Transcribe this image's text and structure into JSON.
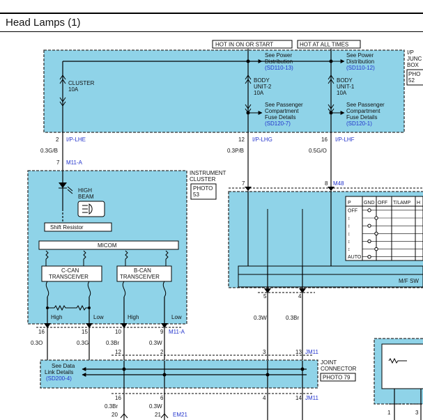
{
  "title": "Head Lamps (1)",
  "supplies": {
    "hot_start": "HOT IN ON OR START",
    "hot_all": "HOT AT ALL TIMES"
  },
  "ip_box": {
    "name_lines": [
      "I/P",
      "JUNC",
      "BOX"
    ],
    "photo": [
      "PHO",
      "52"
    ],
    "fuse_cluster": [
      "CLUSTER",
      "10A"
    ],
    "fuse_body2": [
      "BODY",
      "UNIT-2",
      "10A"
    ],
    "fuse_body1": [
      "BODY",
      "UNIT-1",
      "10A"
    ],
    "see_power_1": [
      "See Power",
      "Distribution",
      "(SD110-13)"
    ],
    "see_power_2": [
      "See Power",
      "Distribution",
      "(SD110-12)"
    ],
    "see_pass_1": [
      "See Passenger",
      "Compartment",
      "Fuse Details",
      "(SD120-7)"
    ],
    "see_pass_2": [
      "See Passenger",
      "Compartment",
      "Fuse Details",
      "(SD120-1)"
    ]
  },
  "ip_pins": [
    {
      "pin": "2",
      "conn": "I/P-LHE",
      "wire": "0.3G/B"
    },
    {
      "pin": "12",
      "conn": "I/P-LHG",
      "wire": "0.3P/B"
    },
    {
      "pin": "16",
      "conn": "I/P-LHF",
      "wire": "0.5G/O"
    }
  ],
  "cluster": {
    "name": [
      "INSTRUMENT",
      "CLUSTER"
    ],
    "photo": [
      "PHOTO",
      "53"
    ],
    "in_pin": "7",
    "in_conn": "M11-A",
    "high_beam": [
      "HIGH",
      "BEAM"
    ],
    "shift_resistor": "Shift Resistor",
    "micom": "MICOM",
    "ccan": [
      "C-CAN",
      "TRANSCEIVER"
    ],
    "bcan": [
      "B-CAN",
      "TRANSCEIVER"
    ],
    "labels": [
      "High",
      "Low",
      "High",
      "Low"
    ],
    "out_pins": [
      "16",
      "15",
      "10",
      "9"
    ],
    "out_conn": "M11-A",
    "out_wires": [
      "0.3O",
      "0.3G",
      "0.3Br",
      "0.3W"
    ]
  },
  "mf_switch": {
    "in_pins": [
      "7",
      "8"
    ],
    "conn": "M48",
    "table_header": [
      "P",
      "GND",
      "OFF",
      "T/LAMP",
      "H"
    ],
    "table_rows": [
      "OFF",
      "↕",
      "↕",
      "↕",
      "↕",
      "↕",
      "AUTO"
    ],
    "name": "M/F SW",
    "out_pins": [
      "5",
      "4"
    ],
    "out_wires": [
      "0.3W",
      "0.3Br"
    ]
  },
  "joint": {
    "see_data": [
      "See Data",
      "Link Details",
      "(SD200-4)"
    ],
    "name": [
      "JOINT",
      "CONNECTOR"
    ],
    "photo": "PHOTO 79",
    "top_pins": [
      "12",
      "2",
      "3",
      "13"
    ],
    "top_conn": "JM11",
    "bottom_pins": [
      "16",
      "6",
      "4",
      "14"
    ],
    "bottom_conn": "JM11",
    "bottom_wires": [
      "0.3Br",
      "0.3W"
    ],
    "em_pins": [
      "20",
      "21"
    ],
    "em_conn": "EM21"
  },
  "right_box_pins": [
    "1",
    "3"
  ]
}
